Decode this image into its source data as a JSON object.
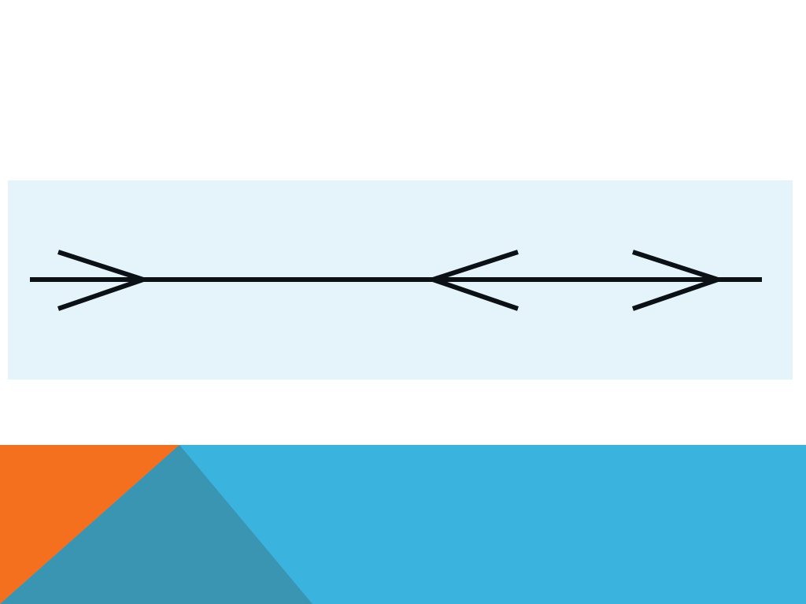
{
  "slide": {
    "background_color": "#ffffff"
  },
  "figure": {
    "kind": "muller-lyer-style arrow line",
    "panel_color": "#e4f4fa",
    "stroke_color": "#0b1115",
    "arrowheads": [
      {
        "name": "left-arrowhead",
        "direction": "right"
      },
      {
        "name": "middle-arrowhead",
        "direction": "left"
      },
      {
        "name": "right-arrowhead",
        "direction": "right"
      }
    ]
  },
  "footer": {
    "band_color": "#3bb3df",
    "accent_orange": "#f5701e",
    "accent_overlap": "#3a95b3",
    "shapes": [
      "orange-triangle",
      "blue-triangle",
      "overlap-triangle"
    ]
  }
}
